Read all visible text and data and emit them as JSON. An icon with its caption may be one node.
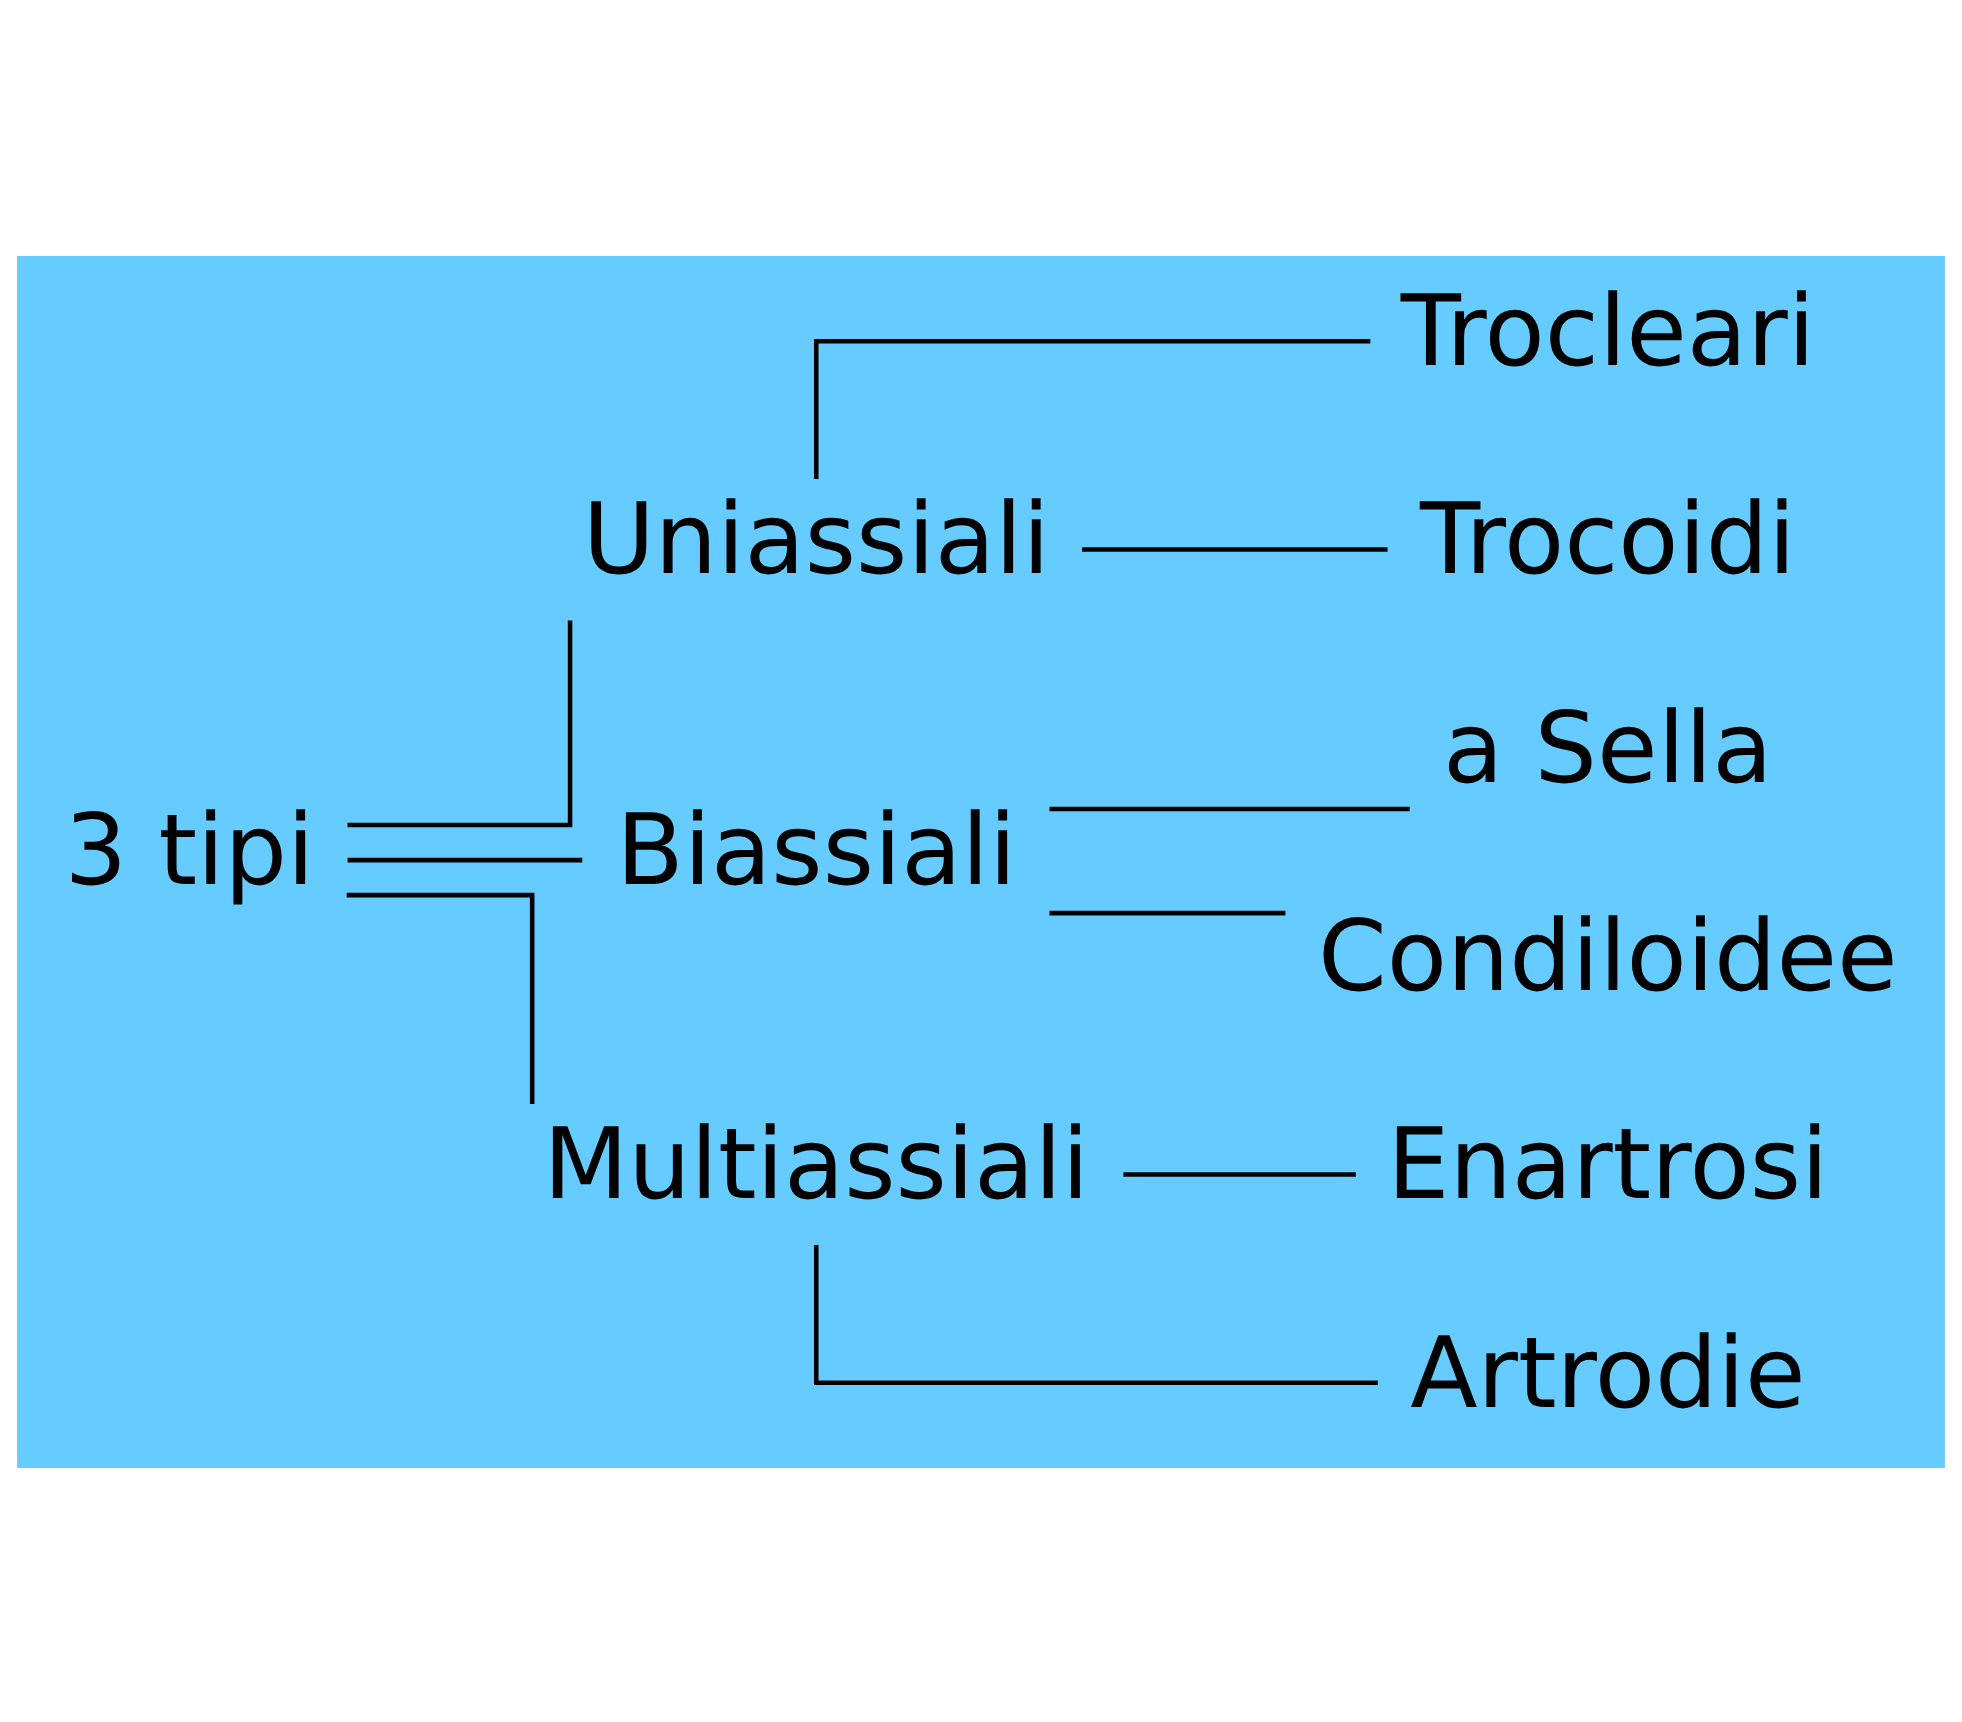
{
  "diagram": {
    "nodes": [
      {
        "text": [
          "3 tipi"
        ]
      },
      {
        "text": [
          "Uniassiali"
        ]
      },
      {
        "text": [
          "Trocleari"
        ]
      },
      {
        "text": [
          "Trocoidi"
        ]
      },
      {
        "text": [
          "Biassiali"
        ]
      },
      {
        "text": [
          "a Sella"
        ]
      },
      {
        "text": [
          "Condiloidee"
        ]
      },
      {
        "text": [
          "Multiassiali"
        ]
      },
      {
        "text": [
          "Enartrosi"
        ]
      },
      {
        "text": [
          "Artrodie"
        ]
      }
    ],
    "edges": [
      {
        "from": 0,
        "to": 1,
        "arrow": "none"
      },
      {
        "from": 0,
        "to": 4,
        "arrow": "none"
      },
      {
        "from": 0,
        "to": 7,
        "arrow": "none"
      },
      {
        "from": 1,
        "to": 2,
        "arrow": "none"
      },
      {
        "from": 1,
        "to": 3,
        "arrow": "none"
      },
      {
        "from": 4,
        "to": 5,
        "arrow": "none"
      },
      {
        "from": 4,
        "to": 6,
        "arrow": "none"
      },
      {
        "from": 7,
        "to": 8,
        "arrow": "none"
      },
      {
        "from": 7,
        "to": 9,
        "arrow": "none"
      }
    ]
  }
}
